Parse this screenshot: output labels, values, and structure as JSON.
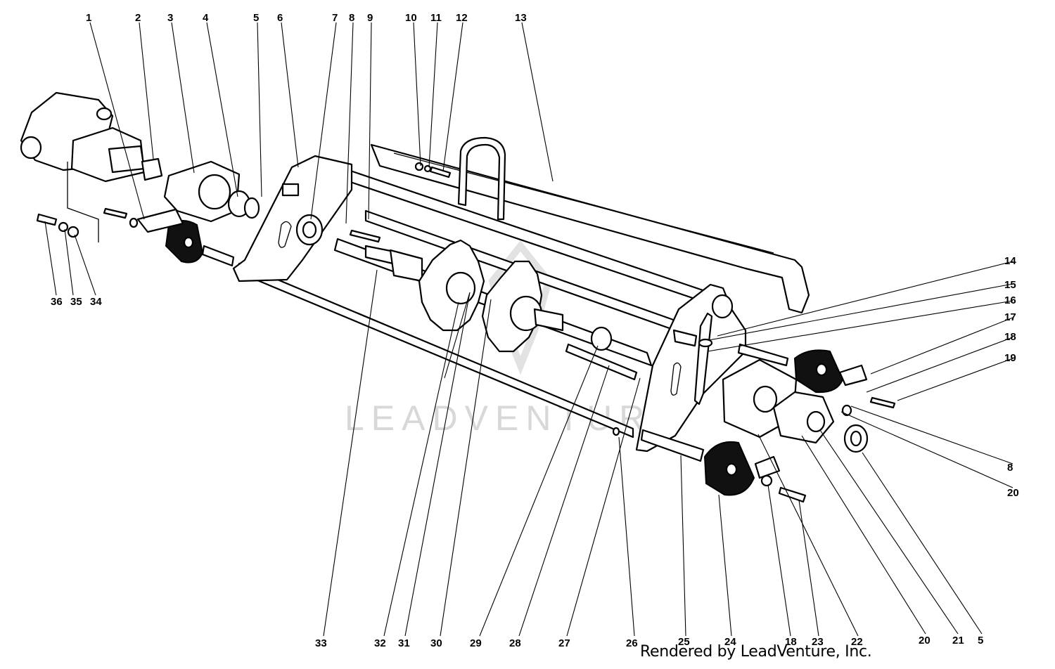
{
  "watermark": "LEADVENTURE",
  "footer": "Rendered by LeadVenture, Inc.",
  "callouts": {
    "c1": "1",
    "c2": "2",
    "c3": "3",
    "c4": "4",
    "c5": "5",
    "c6": "6",
    "c7": "7",
    "c8": "8",
    "c9": "9",
    "c10": "10",
    "c11": "11",
    "c12": "12",
    "c13": "13",
    "c14": "14",
    "c15": "15",
    "c16": "16",
    "c17": "17",
    "c18": "18",
    "c19": "19",
    "c8b": "8",
    "c20": "20",
    "c36": "36",
    "c35": "35",
    "c34": "34",
    "c33": "33",
    "c32": "32",
    "c31": "31",
    "c30": "30",
    "c29": "29",
    "c28": "28",
    "c27": "27",
    "c26": "26",
    "c25": "25",
    "c24": "24",
    "c18b": "18",
    "c23": "23",
    "c22": "22",
    "c20b": "20",
    "c21": "21",
    "c5b": "5"
  }
}
